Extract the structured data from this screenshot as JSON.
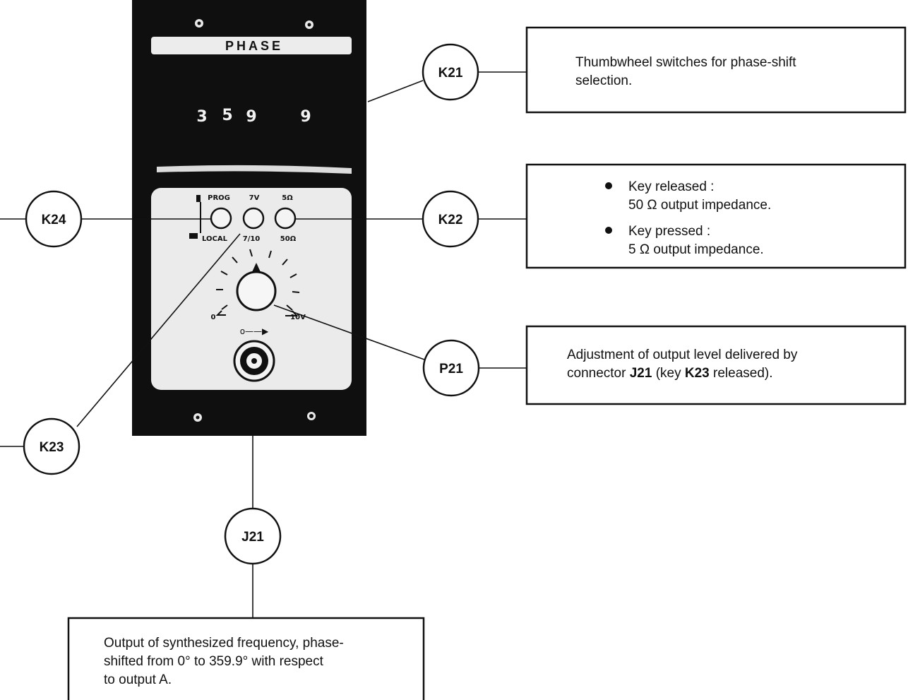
{
  "panel": {
    "title": "PHASE",
    "digits": [
      "3",
      "5",
      "9",
      "9"
    ],
    "button_labels_top": [
      "PROG",
      "7V",
      "5Ω"
    ],
    "button_labels_bottom": [
      "LOCAL",
      "7/10",
      "50Ω"
    ],
    "dial_min": "0",
    "dial_max": "10V"
  },
  "labels": {
    "k21": "K21",
    "k22": "K22",
    "k23": "K23",
    "k24": "K24",
    "p21": "P21",
    "j21": "J21"
  },
  "callouts": {
    "k21": {
      "lines": [
        "Thumbwheel switches for phase-shift",
        "selection."
      ]
    },
    "k22": {
      "bullet1_line1": "Key released :",
      "bullet1_line2": "50 Ω output impedance.",
      "bullet2_line1": "Key pressed :",
      "bullet2_line2": "5 Ω output impedance."
    },
    "p21": {
      "line1": "Adjustment of output level delivered by",
      "line2_prefix": "connector ",
      "line2_ref1": "J21",
      "line2_mid": " (key ",
      "line2_ref2": "K23",
      "line2_suffix": " released)."
    },
    "j21": {
      "lines": [
        "Output of synthesized frequency, phase-",
        "shifted from 0° to 359.9° with respect",
        "to output A."
      ]
    }
  }
}
